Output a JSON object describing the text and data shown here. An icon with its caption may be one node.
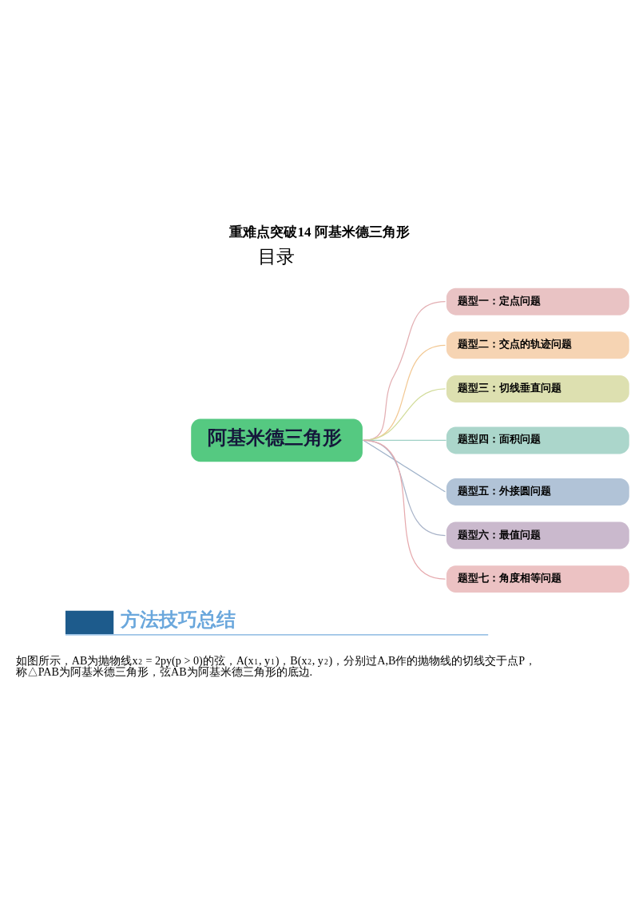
{
  "diagram": {
    "title": "重难点突破14 阿基米德三角形",
    "nodes": [
      {
        "text": [
          "阿基米德三角形"
        ]
      },
      {
        "text": [
          "题型一：定点问题"
        ]
      },
      {
        "text": [
          "题型二：交点的轨迹问题"
        ]
      },
      {
        "text": [
          "题型三：切线垂直问题"
        ]
      },
      {
        "text": [
          "题型四：面积问题"
        ]
      },
      {
        "text": [
          "题型五：外接圆问题"
        ]
      },
      {
        "text": [
          "题型六：最值问题"
        ]
      },
      {
        "text": [
          "题型七：角度相等问题"
        ]
      }
    ],
    "edges": [
      {
        "from": 0,
        "to": 1,
        "arrow": "none",
        "color": "#e3aeb2"
      },
      {
        "from": 0,
        "to": 2,
        "arrow": "none",
        "color": "#f2c893"
      },
      {
        "from": 0,
        "to": 3,
        "arrow": "none",
        "color": "#d2dc9a"
      },
      {
        "from": 0,
        "to": 4,
        "arrow": "none",
        "color": "#9fd0c5"
      },
      {
        "from": 0,
        "to": 5,
        "arrow": "none",
        "color": "#9fb2c9"
      },
      {
        "from": 0,
        "to": 6,
        "arrow": "none",
        "color": "#a8b3c8"
      },
      {
        "from": 0,
        "to": 7,
        "arrow": "none",
        "color": "#e6a9ad"
      }
    ],
    "labels": [
      "目录",
      "方法技巧总结",
      "如图所示，AB为抛物线x$^{2}$ = 2py(p > 0)的弦，A(x$_{1}$, y$_{1}$)，B(x$_{2}$, y$_{2}$)，分别过A,B作的抛物线的切线交于点P，称△PAB为阿基米德三角形，弦AB为阿基米德三角形的底边."
    ]
  }
}
